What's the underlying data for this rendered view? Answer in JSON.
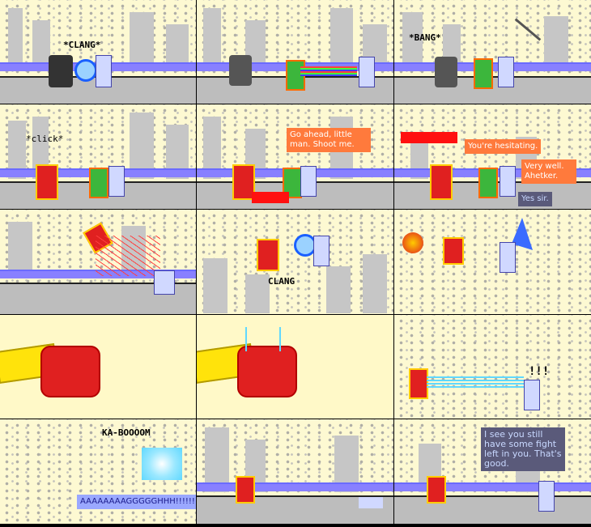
{
  "panels": [
    {
      "id": "p1",
      "sfx": "*CLANG*"
    },
    {
      "id": "p2"
    },
    {
      "id": "p3",
      "sfx": "*BANG*"
    },
    {
      "id": "p4",
      "sfx": "*click*"
    },
    {
      "id": "p5",
      "speech": "Go ahead, little man. Shoot me."
    },
    {
      "id": "p6",
      "speech_a": "You're hesitating.",
      "speech_b": "Very well. Ahetker.",
      "speech_c": "Yes sir."
    },
    {
      "id": "p7"
    },
    {
      "id": "p8",
      "sfx": "CLANG"
    },
    {
      "id": "p9"
    },
    {
      "id": "p10"
    },
    {
      "id": "p11"
    },
    {
      "id": "p12",
      "sfx": "!!!"
    },
    {
      "id": "p13",
      "sfx": "KA-BOOOOM",
      "speech": "AAAAAAAAGGGGGHHH!!!!!!"
    },
    {
      "id": "p14"
    },
    {
      "id": "p15",
      "speech": "I see you still have some fight left in you. That's good."
    }
  ],
  "colors": {
    "sky": "#fdf9d2",
    "building": "#c6c6c6",
    "road_stripe": "#8880ff",
    "road": "#bdbdbd",
    "speech": "#ff7a3c",
    "alert": "#ff1010"
  }
}
